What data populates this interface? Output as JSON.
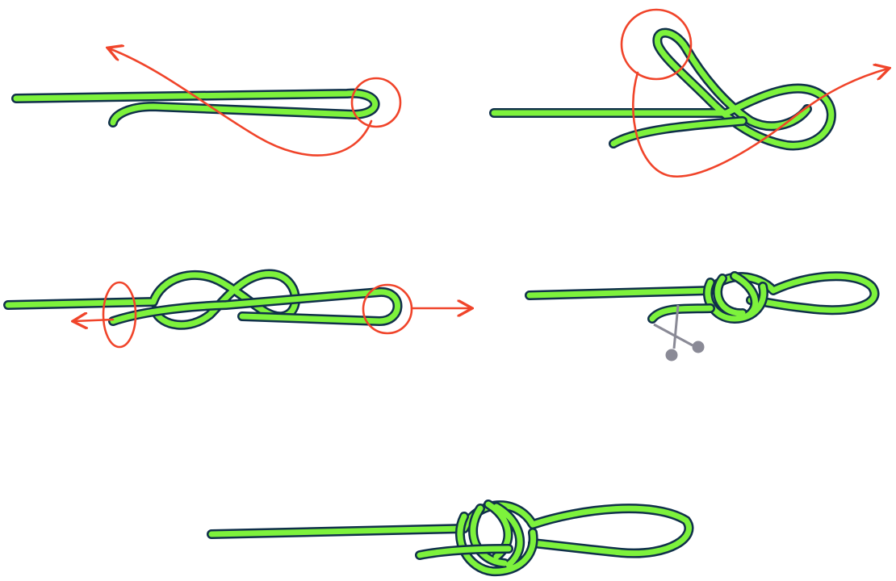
{
  "colors": {
    "rope": "#7df23c",
    "rope_outline": "#10304a",
    "guide": "#f0442a",
    "scissors": "#8a8a96",
    "background": "#ffffff"
  },
  "steps": [
    {
      "id": "step-1",
      "icons": [
        "rope",
        "loop-circle",
        "arrow"
      ]
    },
    {
      "id": "step-2",
      "icons": [
        "rope",
        "loop-circle",
        "arrow"
      ]
    },
    {
      "id": "step-3",
      "icons": [
        "rope",
        "loop-circle",
        "oval",
        "arrow-left",
        "arrow-right"
      ]
    },
    {
      "id": "step-4",
      "icons": [
        "rope",
        "scissors-icon"
      ]
    },
    {
      "id": "step-5",
      "icons": [
        "rope"
      ]
    }
  ]
}
